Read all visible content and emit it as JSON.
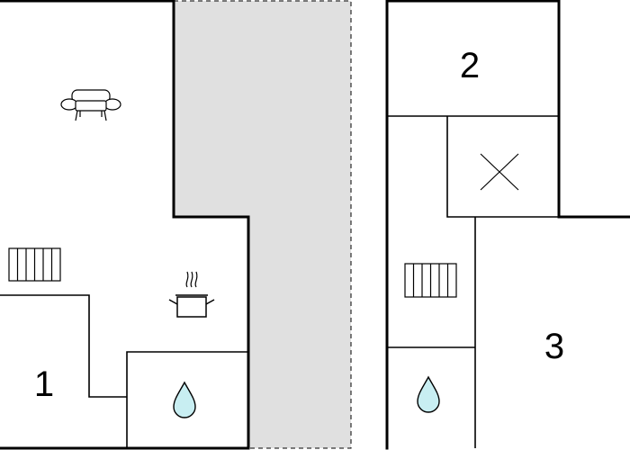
{
  "floor_plan": {
    "rooms": [
      {
        "label": "1"
      },
      {
        "label": "2"
      },
      {
        "label": "3"
      }
    ],
    "icons": [
      "sofa-icon",
      "radiator-icon",
      "cooking-pot-icon",
      "water-drop-icon",
      "stairwell-icon"
    ],
    "colors": {
      "wall": "#000000",
      "outdoor_area": "#e0e0e0",
      "water_drop": "#c8eef2"
    }
  }
}
